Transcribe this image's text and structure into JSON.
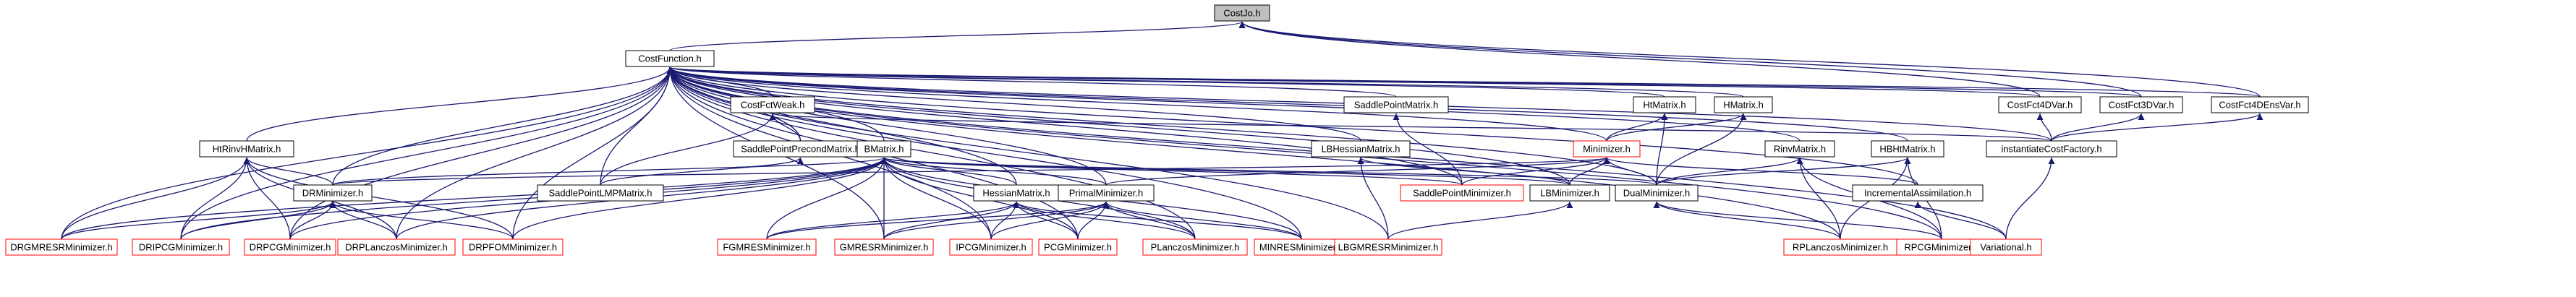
{
  "colors": {
    "edge": "#191970",
    "root_fill": "#bfbfbf",
    "root_border": "#000000",
    "node_border": "#000000",
    "leaf_border": "#ff0000",
    "node_fill": "#ffffff"
  },
  "nodes": [
    {
      "id": "CostJo.h",
      "label": "CostJo.h",
      "kind": "root"
    },
    {
      "id": "CostFunction.h",
      "label": "CostFunction.h",
      "kind": "normal"
    },
    {
      "id": "CostFctWeak.h",
      "label": "CostFctWeak.h",
      "kind": "normal"
    },
    {
      "id": "SaddlePointMatrix.h",
      "label": "SaddlePointMatrix.h",
      "kind": "normal"
    },
    {
      "id": "HtMatrix.h",
      "label": "HtMatrix.h",
      "kind": "normal"
    },
    {
      "id": "HMatrix.h",
      "label": "HMatrix.h",
      "kind": "normal"
    },
    {
      "id": "CostFct4DVar.h",
      "label": "CostFct4DVar.h",
      "kind": "normal"
    },
    {
      "id": "CostFct3DVar.h",
      "label": "CostFct3DVar.h",
      "kind": "normal"
    },
    {
      "id": "CostFct4DEnsVar.h",
      "label": "CostFct4DEnsVar.h",
      "kind": "normal"
    },
    {
      "id": "HtRinvHMatrix.h",
      "label": "HtRinvHMatrix.h",
      "kind": "normal"
    },
    {
      "id": "SaddlePointPrecondMatrix.h",
      "label": "SaddlePointPrecondMatrix.h",
      "kind": "normal"
    },
    {
      "id": "BMatrix.h",
      "label": "BMatrix.h",
      "kind": "normal"
    },
    {
      "id": "LBHessianMatrix.h",
      "label": "LBHessianMatrix.h",
      "kind": "normal"
    },
    {
      "id": "Minimizer.h",
      "label": "Minimizer.h",
      "kind": "leaf"
    },
    {
      "id": "RinvMatrix.h",
      "label": "RinvMatrix.h",
      "kind": "normal"
    },
    {
      "id": "HBHtMatrix.h",
      "label": "HBHtMatrix.h",
      "kind": "normal"
    },
    {
      "id": "instantiateCostFactory.h",
      "label": "instantiateCostFactory.h",
      "kind": "normal"
    },
    {
      "id": "DRMinimizer.h",
      "label": "DRMinimizer.h",
      "kind": "normal"
    },
    {
      "id": "SaddlePointLMPMatrix.h",
      "label": "SaddlePointLMPMatrix.h",
      "kind": "normal"
    },
    {
      "id": "HessianMatrix.h",
      "label": "HessianMatrix.h",
      "kind": "normal"
    },
    {
      "id": "PrimalMinimizer.h",
      "label": "PrimalMinimizer.h",
      "kind": "normal"
    },
    {
      "id": "SaddlePointMinimizer.h",
      "label": "SaddlePointMinimizer.h",
      "kind": "leaf"
    },
    {
      "id": "LBMinimizer.h",
      "label": "LBMinimizer.h",
      "kind": "normal"
    },
    {
      "id": "DualMinimizer.h",
      "label": "DualMinimizer.h",
      "kind": "normal"
    },
    {
      "id": "IncrementalAssimilation.h",
      "label": "IncrementalAssimilation.h",
      "kind": "normal"
    },
    {
      "id": "DRGMRESRMinimizer.h",
      "label": "DRGMRESRMinimizer.h",
      "kind": "leaf"
    },
    {
      "id": "DRIPCGMinimizer.h",
      "label": "DRIPCGMinimizer.h",
      "kind": "leaf"
    },
    {
      "id": "DRPCGMinimizer.h",
      "label": "DRPCGMinimizer.h",
      "kind": "leaf"
    },
    {
      "id": "DRPLanczosMinimizer.h",
      "label": "DRPLanczosMinimizer.h",
      "kind": "leaf"
    },
    {
      "id": "DRPFOMMinimizer.h",
      "label": "DRPFOMMinimizer.h",
      "kind": "leaf"
    },
    {
      "id": "FGMRESMinimizer.h",
      "label": "FGMRESMinimizer.h",
      "kind": "leaf"
    },
    {
      "id": "GMRESRMinimizer.h",
      "label": "GMRESRMinimizer.h",
      "kind": "leaf"
    },
    {
      "id": "IPCGMinimizer.h",
      "label": "IPCGMinimizer.h",
      "kind": "leaf"
    },
    {
      "id": "PCGMinimizer.h",
      "label": "PCGMinimizer.h",
      "kind": "leaf"
    },
    {
      "id": "PLanczosMinimizer.h",
      "label": "PLanczosMinimizer.h",
      "kind": "leaf"
    },
    {
      "id": "MINRESMinimizer.h",
      "label": "MINRESMinimizer.h",
      "kind": "leaf"
    },
    {
      "id": "LBGMRESRMinimizer.h",
      "label": "LBGMRESRMinimizer.h",
      "kind": "leaf"
    },
    {
      "id": "RPLanczosMinimizer.h",
      "label": "RPLanczosMinimizer.h",
      "kind": "leaf"
    },
    {
      "id": "RPCGMinimizer.h",
      "label": "RPCGMinimizer.h",
      "kind": "leaf"
    },
    {
      "id": "Variational.h",
      "label": "Variational.h",
      "kind": "leaf"
    }
  ],
  "edges": [
    [
      "CostJo.h",
      "CostFunction.h"
    ],
    [
      "CostJo.h",
      "CostFct4DVar.h"
    ],
    [
      "CostJo.h",
      "CostFct3DVar.h"
    ],
    [
      "CostJo.h",
      "CostFct4DEnsVar.h"
    ],
    [
      "CostFunction.h",
      "CostFctWeak.h"
    ],
    [
      "CostFunction.h",
      "SaddlePointMatrix.h"
    ],
    [
      "CostFunction.h",
      "HtMatrix.h"
    ],
    [
      "CostFunction.h",
      "HMatrix.h"
    ],
    [
      "CostFunction.h",
      "CostFct4DVar.h"
    ],
    [
      "CostFunction.h",
      "CostFct3DVar.h"
    ],
    [
      "CostFunction.h",
      "CostFct4DEnsVar.h"
    ],
    [
      "CostFunction.h",
      "HtRinvHMatrix.h"
    ],
    [
      "CostFunction.h",
      "SaddlePointPrecondMatrix.h"
    ],
    [
      "CostFunction.h",
      "BMatrix.h"
    ],
    [
      "CostFunction.h",
      "LBHessianMatrix.h"
    ],
    [
      "CostFunction.h",
      "Minimizer.h"
    ],
    [
      "CostFunction.h",
      "RinvMatrix.h"
    ],
    [
      "CostFunction.h",
      "HBHtMatrix.h"
    ],
    [
      "CostFunction.h",
      "instantiateCostFactory.h"
    ],
    [
      "CostFunction.h",
      "DRMinimizer.h"
    ],
    [
      "CostFunction.h",
      "SaddlePointLMPMatrix.h"
    ],
    [
      "CostFunction.h",
      "HessianMatrix.h"
    ],
    [
      "CostFunction.h",
      "PrimalMinimizer.h"
    ],
    [
      "CostFunction.h",
      "SaddlePointMinimizer.h"
    ],
    [
      "CostFunction.h",
      "LBMinimizer.h"
    ],
    [
      "CostFunction.h",
      "DualMinimizer.h"
    ],
    [
      "CostFunction.h",
      "IncrementalAssimilation.h"
    ],
    [
      "CostFunction.h",
      "DRGMRESRMinimizer.h"
    ],
    [
      "CostFunction.h",
      "DRIPCGMinimizer.h"
    ],
    [
      "CostFunction.h",
      "DRPCGMinimizer.h"
    ],
    [
      "CostFunction.h",
      "DRPLanczosMinimizer.h"
    ],
    [
      "CostFunction.h",
      "DRPFOMMinimizer.h"
    ],
    [
      "CostFunction.h",
      "GMRESRMinimizer.h"
    ],
    [
      "CostFunction.h",
      "IPCGMinimizer.h"
    ],
    [
      "CostFunction.h",
      "PCGMinimizer.h"
    ],
    [
      "CostFunction.h",
      "PLanczosMinimizer.h"
    ],
    [
      "CostFunction.h",
      "MINRESMinimizer.h"
    ],
    [
      "CostFunction.h",
      "LBGMRESRMinimizer.h"
    ],
    [
      "CostFunction.h",
      "RPLanczosMinimizer.h"
    ],
    [
      "CostFunction.h",
      "RPCGMinimizer.h"
    ],
    [
      "CostFunction.h",
      "Variational.h"
    ],
    [
      "CostFctWeak.h",
      "SaddlePointPrecondMatrix.h"
    ],
    [
      "CostFctWeak.h",
      "SaddlePointLMPMatrix.h"
    ],
    [
      "CostFctWeak.h",
      "instantiateCostFactory.h"
    ],
    [
      "SaddlePointMatrix.h",
      "SaddlePointMinimizer.h"
    ],
    [
      "HtMatrix.h",
      "Minimizer.h"
    ],
    [
      "HtMatrix.h",
      "DualMinimizer.h"
    ],
    [
      "HMatrix.h",
      "Minimizer.h"
    ],
    [
      "HMatrix.h",
      "DualMinimizer.h"
    ],
    [
      "CostFct4DVar.h",
      "instantiateCostFactory.h"
    ],
    [
      "CostFct3DVar.h",
      "instantiateCostFactory.h"
    ],
    [
      "CostFct4DEnsVar.h",
      "instantiateCostFactory.h"
    ],
    [
      "HtRinvHMatrix.h",
      "DRMinimizer.h"
    ],
    [
      "HtRinvHMatrix.h",
      "DRGMRESRMinimizer.h"
    ],
    [
      "HtRinvHMatrix.h",
      "DRIPCGMinimizer.h"
    ],
    [
      "HtRinvHMatrix.h",
      "DRPCGMinimizer.h"
    ],
    [
      "HtRinvHMatrix.h",
      "DRPLanczosMinimizer.h"
    ],
    [
      "HtRinvHMatrix.h",
      "DRPFOMMinimizer.h"
    ],
    [
      "SaddlePointPrecondMatrix.h",
      "SaddlePointLMPMatrix.h"
    ],
    [
      "BMatrix.h",
      "DRMinimizer.h"
    ],
    [
      "BMatrix.h",
      "HessianMatrix.h"
    ],
    [
      "BMatrix.h",
      "PrimalMinimizer.h"
    ],
    [
      "BMatrix.h",
      "SaddlePointMinimizer.h"
    ],
    [
      "BMatrix.h",
      "LBMinimizer.h"
    ],
    [
      "BMatrix.h",
      "DualMinimizer.h"
    ],
    [
      "BMatrix.h",
      "DRGMRESRMinimizer.h"
    ],
    [
      "BMatrix.h",
      "DRIPCGMinimizer.h"
    ],
    [
      "BMatrix.h",
      "DRPCGMinimizer.h"
    ],
    [
      "BMatrix.h",
      "DRPLanczosMinimizer.h"
    ],
    [
      "BMatrix.h",
      "DRPFOMMinimizer.h"
    ],
    [
      "BMatrix.h",
      "FGMRESMinimizer.h"
    ],
    [
      "BMatrix.h",
      "GMRESRMinimizer.h"
    ],
    [
      "BMatrix.h",
      "IPCGMinimizer.h"
    ],
    [
      "BMatrix.h",
      "PCGMinimizer.h"
    ],
    [
      "BMatrix.h",
      "PLanczosMinimizer.h"
    ],
    [
      "BMatrix.h",
      "MINRESMinimizer.h"
    ],
    [
      "LBHessianMatrix.h",
      "LBMinimizer.h"
    ],
    [
      "LBHessianMatrix.h",
      "LBGMRESRMinimizer.h"
    ],
    [
      "Minimizer.h",
      "DRMinimizer.h"
    ],
    [
      "Minimizer.h",
      "PrimalMinimizer.h"
    ],
    [
      "Minimizer.h",
      "SaddlePointMinimizer.h"
    ],
    [
      "Minimizer.h",
      "LBMinimizer.h"
    ],
    [
      "Minimizer.h",
      "DualMinimizer.h"
    ],
    [
      "Minimizer.h",
      "IncrementalAssimilation.h"
    ],
    [
      "RinvMatrix.h",
      "DualMinimizer.h"
    ],
    [
      "RinvMatrix.h",
      "RPLanczosMinimizer.h"
    ],
    [
      "RinvMatrix.h",
      "RPCGMinimizer.h"
    ],
    [
      "HBHtMatrix.h",
      "DualMinimizer.h"
    ],
    [
      "HBHtMatrix.h",
      "RPLanczosMinimizer.h"
    ],
    [
      "HBHtMatrix.h",
      "RPCGMinimizer.h"
    ],
    [
      "instantiateCostFactory.h",
      "Variational.h"
    ],
    [
      "DRMinimizer.h",
      "DRGMRESRMinimizer.h"
    ],
    [
      "DRMinimizer.h",
      "DRIPCGMinimizer.h"
    ],
    [
      "DRMinimizer.h",
      "DRPCGMinimizer.h"
    ],
    [
      "DRMinimizer.h",
      "DRPLanczosMinimizer.h"
    ],
    [
      "DRMinimizer.h",
      "DRPFOMMinimizer.h"
    ],
    [
      "HessianMatrix.h",
      "FGMRESMinimizer.h"
    ],
    [
      "HessianMatrix.h",
      "GMRESRMinimizer.h"
    ],
    [
      "HessianMatrix.h",
      "IPCGMinimizer.h"
    ],
    [
      "HessianMatrix.h",
      "PCGMinimizer.h"
    ],
    [
      "HessianMatrix.h",
      "PLanczosMinimizer.h"
    ],
    [
      "HessianMatrix.h",
      "MINRESMinimizer.h"
    ],
    [
      "PrimalMinimizer.h",
      "FGMRESMinimizer.h"
    ],
    [
      "PrimalMinimizer.h",
      "GMRESRMinimizer.h"
    ],
    [
      "PrimalMinimizer.h",
      "IPCGMinimizer.h"
    ],
    [
      "PrimalMinimizer.h",
      "PCGMinimizer.h"
    ],
    [
      "PrimalMinimizer.h",
      "PLanczosMinimizer.h"
    ],
    [
      "PrimalMinimizer.h",
      "MINRESMinimizer.h"
    ],
    [
      "LBMinimizer.h",
      "LBGMRESRMinimizer.h"
    ],
    [
      "DualMinimizer.h",
      "RPLanczosMinimizer.h"
    ],
    [
      "DualMinimizer.h",
      "RPCGMinimizer.h"
    ],
    [
      "IncrementalAssimilation.h",
      "Variational.h"
    ]
  ]
}
